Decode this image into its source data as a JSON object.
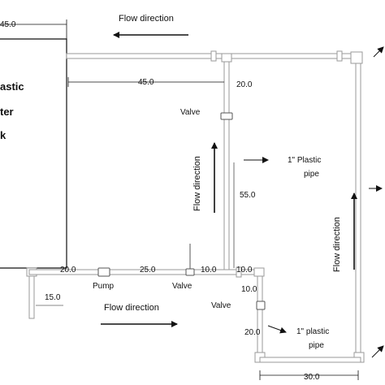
{
  "tank": {
    "dimension": "45.0",
    "label_lines": [
      "astic",
      "ter",
      "k"
    ]
  },
  "dimensions": {
    "top_run": "45.0",
    "valve_drop": "20.0",
    "riser": "55.0",
    "pump_run_left": "20.0",
    "pump_run_mid": "25.0",
    "valve_gap": "10.0",
    "valve_gap_right": "10.0",
    "right_drop": "10.0",
    "tank_outlet_drop": "15.0",
    "lower_drop": "20.0",
    "bottom_run": "30.0"
  },
  "components": {
    "valve_upper": "Valve",
    "pump": "Pump",
    "valve_lower": "Valve",
    "valve_right": "Valve"
  },
  "notes": {
    "pipe_upper_line1": "1\" Plastic",
    "pipe_upper_line2": "pipe",
    "pipe_lower_line1": "1\" plastic",
    "pipe_lower_line2": "pipe"
  },
  "flow": {
    "top": "Flow direction",
    "bottom": "Flow direction",
    "riser": "Flow direction",
    "right": "Flow direction"
  },
  "colors": {
    "line": "#111111",
    "pipe": "#9a9a9a",
    "background": "#ffffff"
  }
}
